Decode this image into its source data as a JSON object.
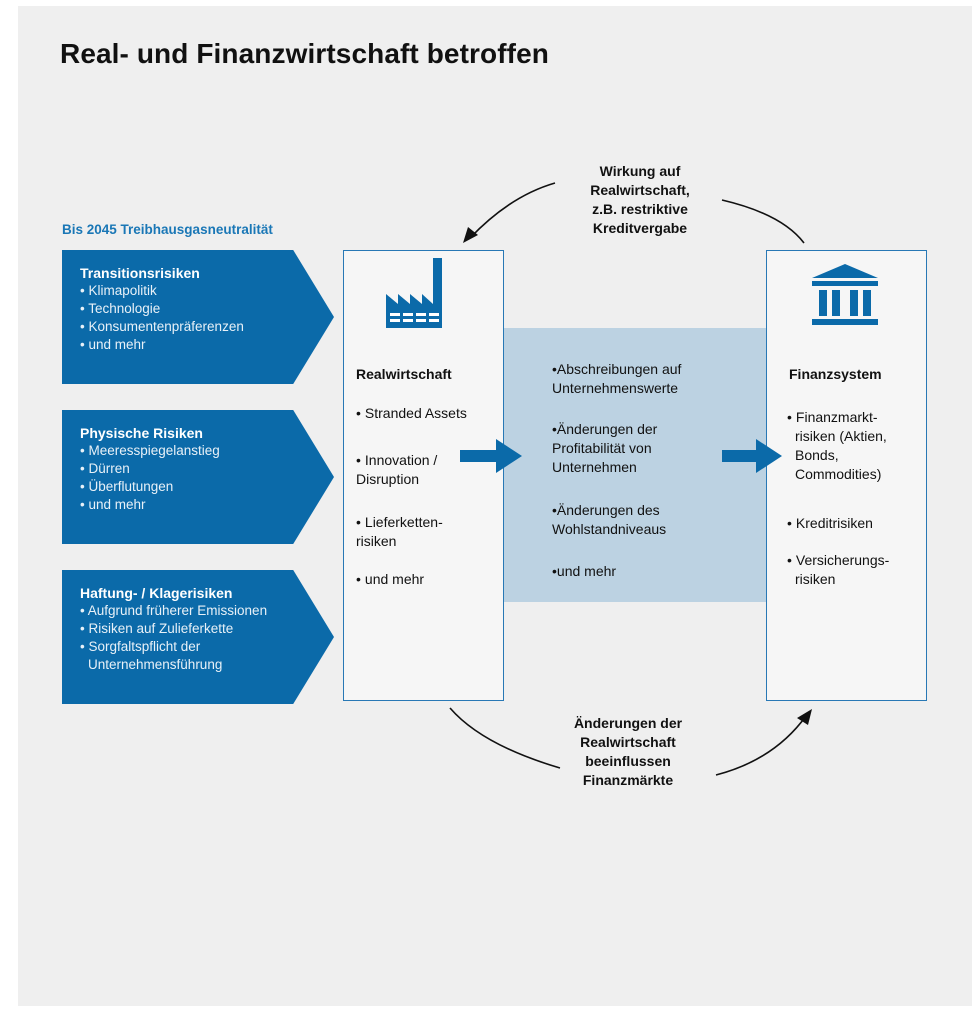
{
  "title": "Real- und Finanzwirtschaft betroffen",
  "subtitle": "Bis 2045 Treibhausgasneutralität",
  "risks": [
    {
      "heading": "Transitionsrisiken",
      "items": [
        "• Klimapolitik",
        "• Technologie",
        "• Konsumentenpräferenzen",
        "• und mehr"
      ]
    },
    {
      "heading": "Physische Risiken",
      "items": [
        "• Meeresspiegelanstieg",
        "• Dürren",
        "• Überflutungen",
        "• und mehr"
      ]
    },
    {
      "heading": "Haftung- / Klagerisiken",
      "items": [
        "• Aufgrund früherer Emissionen",
        "• Risiken auf  Zulieferkette",
        "• Sorgfaltspflicht der",
        "  Unternehmensführung"
      ]
    }
  ],
  "realwirtschaft": {
    "heading": "Realwirtschaft",
    "items": [
      [
        "Stranded Assets"
      ],
      [
        "Innovation /",
        "Disruption"
      ],
      [
        "Lieferketten-",
        "risiken"
      ],
      [
        "und mehr"
      ]
    ]
  },
  "middle": {
    "items": [
      [
        "Abschreibungen auf",
        "Unternehmenswerte"
      ],
      [
        "Änderungen der",
        "Profitabilität von",
        "Unternehmen"
      ],
      [
        "Änderungen des",
        "Wohlstandniveaus"
      ],
      [
        "und mehr"
      ]
    ]
  },
  "finanzsystem": {
    "heading": "Finanzsystem",
    "items": [
      [
        "Finanzmarkt-",
        "risiken (Aktien,",
        "Bonds,",
        "Commodities)"
      ],
      [
        "Kreditrisiken"
      ],
      [
        "Versicherungs-",
        "risiken"
      ]
    ]
  },
  "top_caption": [
    "Wirkung auf",
    "Realwirtschaft,",
    "z.B. restriktive",
    "Kreditvergabe"
  ],
  "bottom_caption": [
    "Änderungen der",
    "Realwirtschaft",
    "beeinflussen",
    "Finanzmärkte"
  ],
  "bullet": "•",
  "icons": {
    "factory": "factory-icon",
    "bank": "bank-icon"
  },
  "colors": {
    "accent": "#0b6aa9",
    "subtitle": "#1a77b6",
    "middle_fill": "#bcd2e2",
    "box_border": "#2878b5",
    "background": "#efefef"
  }
}
